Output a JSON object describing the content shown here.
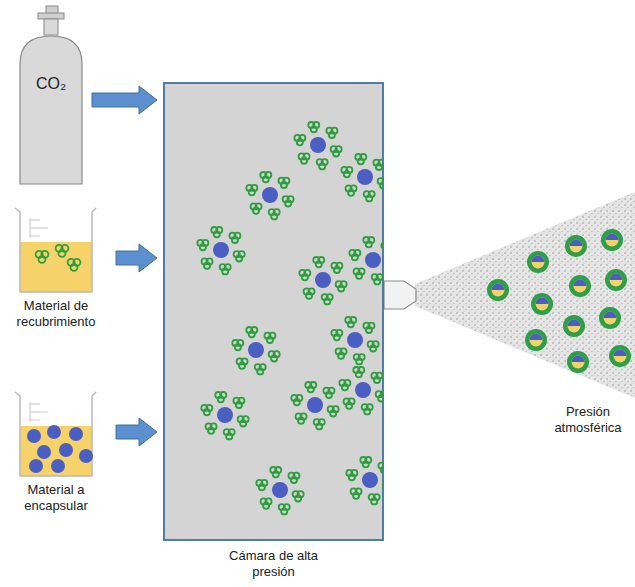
{
  "diagram": {
    "nodes": [
      {
        "text": [
          "CO₂"
        ]
      },
      {
        "text": [
          "Material de recubrimiento"
        ]
      },
      {
        "text": [
          "Material a encapsular"
        ]
      },
      {
        "text": [
          "Cámara de alta presión"
        ]
      }
    ],
    "edges": [
      {
        "from": 0,
        "to": 3,
        "arrow": "to"
      },
      {
        "from": 1,
        "to": 3,
        "arrow": "to"
      },
      {
        "from": 2,
        "to": 3,
        "arrow": "to"
      }
    ],
    "labels": [
      "Presión atmosférica"
    ]
  }
}
